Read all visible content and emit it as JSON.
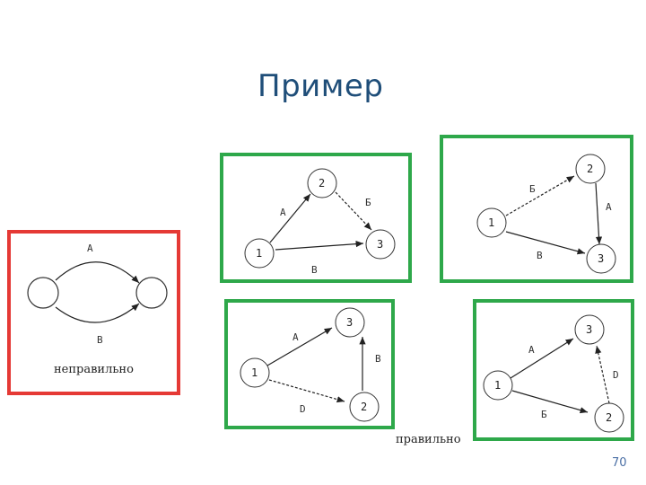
{
  "slide": {
    "title": "Пример",
    "page_number": "70"
  },
  "panels": {
    "wrong": {
      "caption": "неправильно",
      "border_color": "#e53935",
      "edge_labels": [
        "A",
        "B"
      ]
    },
    "right": {
      "caption": "правильно",
      "border_color": "#2ea84a",
      "graphs": [
        {
          "nodes": [
            "1",
            "2",
            "3"
          ],
          "edge_labels": [
            "A",
            "Б",
            "В"
          ]
        },
        {
          "nodes": [
            "1",
            "2",
            "3"
          ],
          "edge_labels": [
            "Б",
            "A",
            "B"
          ]
        },
        {
          "nodes": [
            "1",
            "2",
            "3"
          ],
          "edge_labels": [
            "A",
            "B",
            "D"
          ]
        },
        {
          "nodes": [
            "1",
            "2",
            "3"
          ],
          "edge_labels": [
            "A",
            "D",
            "Б"
          ]
        }
      ]
    }
  }
}
